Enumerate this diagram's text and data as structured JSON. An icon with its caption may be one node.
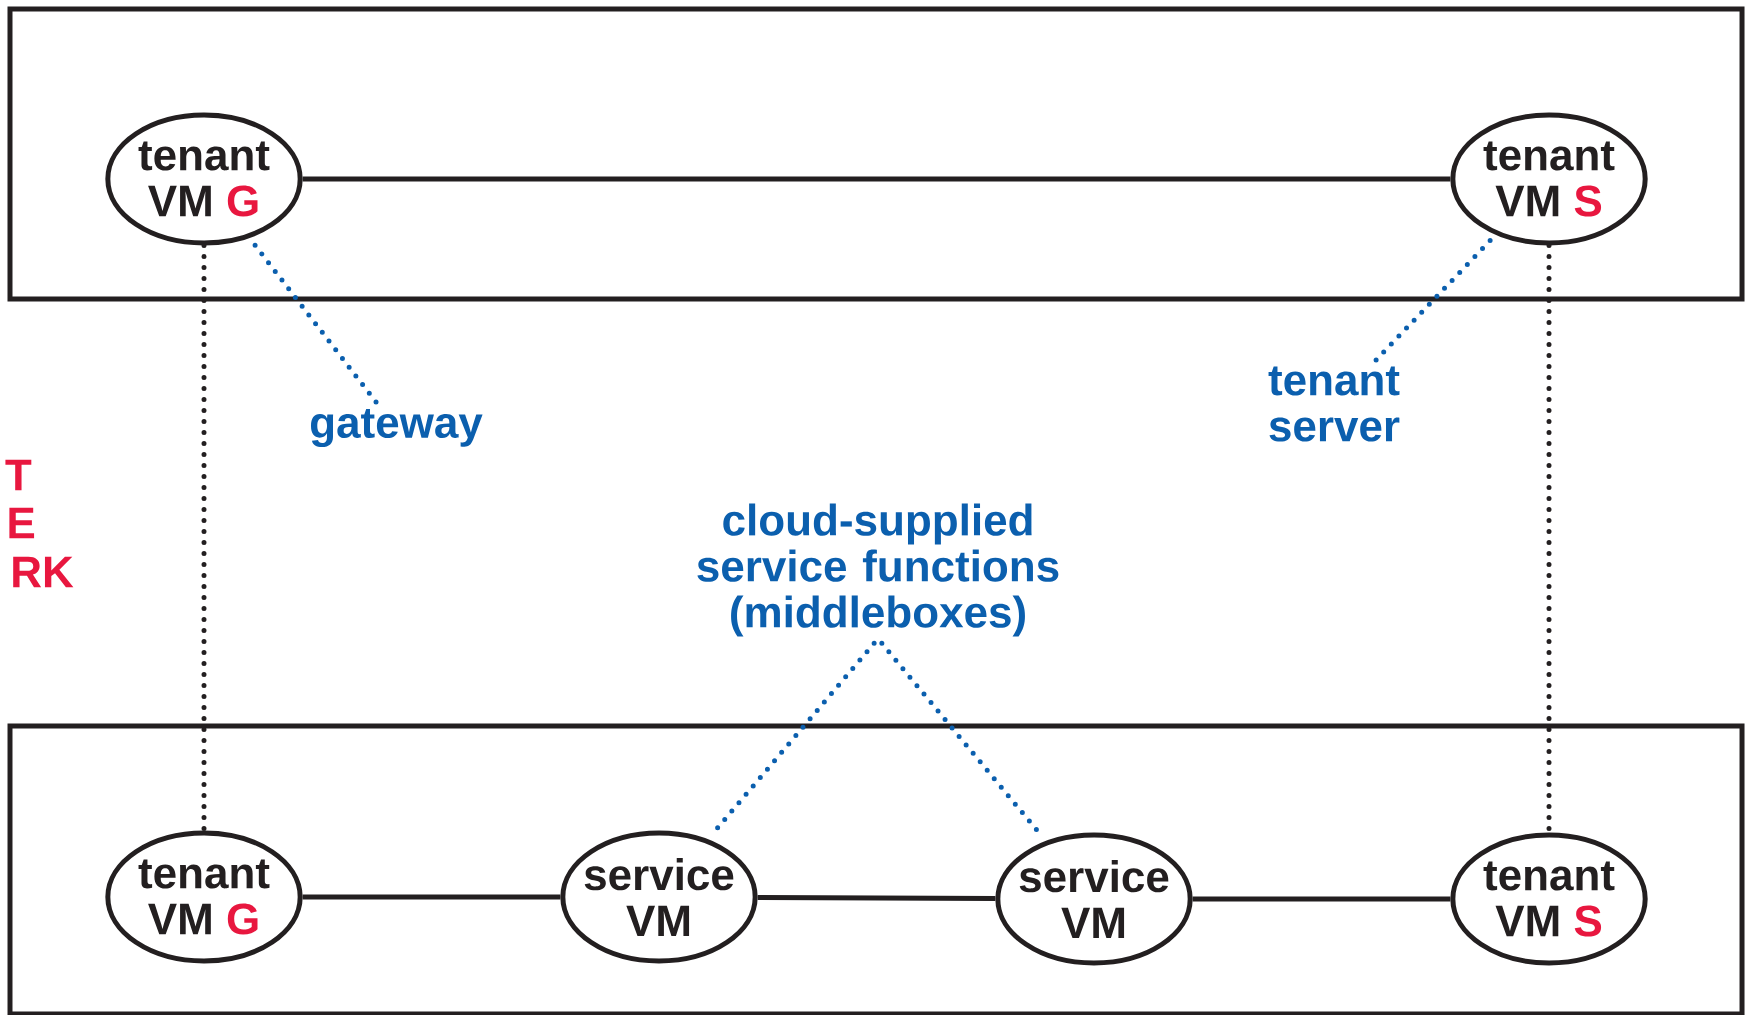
{
  "diagram": {
    "nodes": [
      {
        "text": [],
        "shape": "box"
      },
      {
        "text": [
          "tenant VM",
          "G"
        ],
        "in": 0
      },
      {
        "text": [
          "tenant VM",
          "S"
        ],
        "in": 0
      },
      {
        "text": [],
        "shape": "box"
      },
      {
        "text": [
          "tenant VM",
          "G"
        ],
        "in": 3
      },
      {
        "text": [
          "service VM"
        ],
        "in": 3
      },
      {
        "text": [
          "service VM"
        ],
        "in": 3
      },
      {
        "text": [
          "tenant VM",
          "S"
        ],
        "in": 3
      },
      {
        "text": [
          "gateway"
        ]
      },
      {
        "text": [
          "tenant server"
        ]
      },
      {
        "text": [
          "cloud-supplied service functions (middleboxes)"
        ]
      }
    ],
    "edges": [
      {
        "from": 1,
        "to": 2,
        "arrow": "none"
      },
      {
        "from": 4,
        "to": 5,
        "arrow": "none"
      },
      {
        "from": 5,
        "to": 6,
        "arrow": "none"
      },
      {
        "from": 6,
        "to": 7,
        "arrow": "none"
      },
      {
        "from": 1,
        "to": 4,
        "arrow": "none",
        "style": "dashed"
      },
      {
        "from": 2,
        "to": 7,
        "arrow": "none",
        "style": "dashed"
      },
      {
        "from": 8,
        "to": 1,
        "arrow": "none",
        "style": "dashed",
        "color": "#0b5fae"
      },
      {
        "from": 9,
        "to": 2,
        "arrow": "none",
        "style": "dashed",
        "color": "#0b5fae"
      },
      {
        "from": 10,
        "to": 5,
        "arrow": "none",
        "style": "dashed",
        "color": "#0b5fae"
      },
      {
        "from": 10,
        "to": 6,
        "arrow": "none",
        "style": "dashed",
        "color": "#0b5fae"
      }
    ],
    "labels": [
      "T",
      "E",
      "RK"
    ]
  }
}
